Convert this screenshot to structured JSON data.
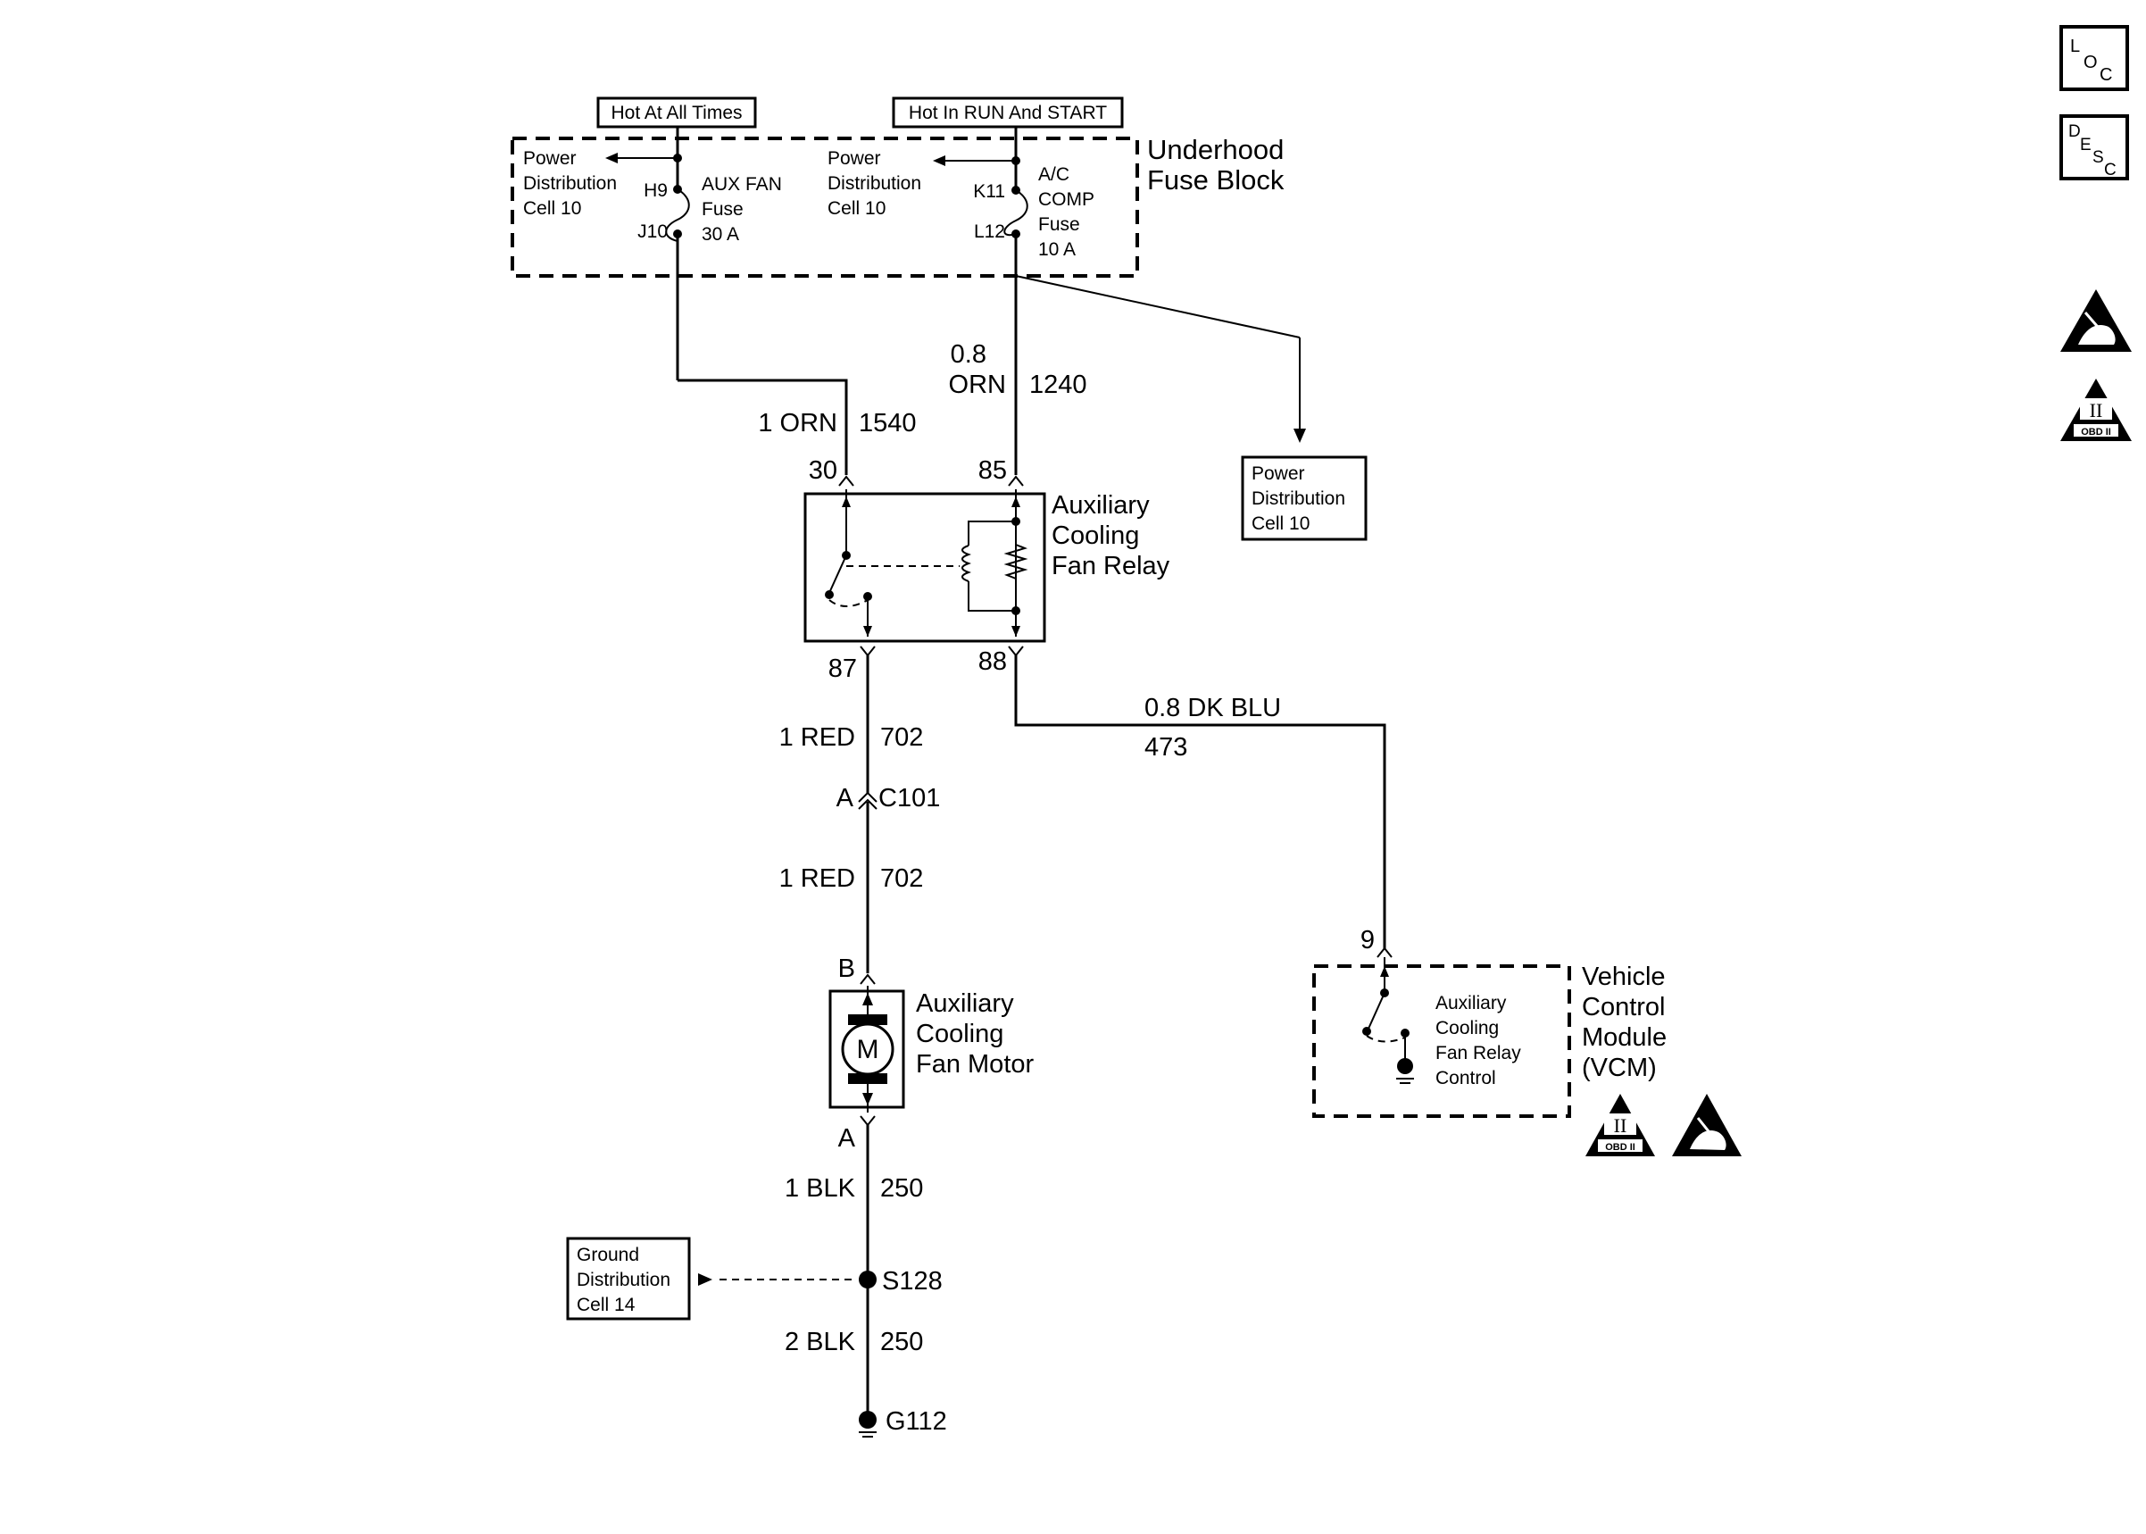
{
  "fuse_block": {
    "hot_all_times": "Hot At All Times",
    "hot_run_start": "Hot In RUN And START",
    "title_line1": "Underhood",
    "title_line2": "Fuse Block",
    "pd_left": [
      "Power",
      "Distribution",
      "Cell 10"
    ],
    "pd_right": [
      "Power",
      "Distribution",
      "Cell 10"
    ],
    "aux_fuse": {
      "top_pin": "H9",
      "bottom_pin": "J10",
      "lines": [
        "AUX FAN",
        "Fuse",
        "30 A"
      ]
    },
    "ac_fuse": {
      "top_pin": "K11",
      "bottom_pin": "L12",
      "lines": [
        "A/C",
        "COMP",
        "Fuse",
        "10 A"
      ]
    }
  },
  "power_dist_box": [
    "Power",
    "Distribution",
    "Cell 10"
  ],
  "wires": {
    "w1540_gauge": "1 ORN",
    "w1540_circuit": "1540",
    "w1240_gauge": "0.8",
    "w1240_color": "ORN",
    "w1240_circuit": "1240",
    "w702a_gauge": "1 RED",
    "w702a_circuit": "702",
    "w702b_gauge": "1 RED",
    "w702b_circuit": "702",
    "w473_gauge": "0.8 DK BLU",
    "w473_circuit": "473",
    "w250a_gauge": "1 BLK",
    "w250a_circuit": "250",
    "w250b_gauge": "2 BLK",
    "w250b_circuit": "250"
  },
  "relay": {
    "title": [
      "Auxiliary",
      "Cooling",
      "Fan Relay"
    ],
    "pin30": "30",
    "pin85": "85",
    "pin87": "87",
    "pin88": "88"
  },
  "connector": {
    "pin": "A",
    "name": "C101"
  },
  "motor": {
    "title": [
      "Auxiliary",
      "Cooling",
      "Fan Motor"
    ],
    "symbol": "M",
    "pin_top": "B",
    "pin_bottom": "A"
  },
  "vcm": {
    "pin": "9",
    "inner": [
      "Auxiliary",
      "Cooling",
      "Fan Relay",
      "Control"
    ],
    "title": [
      "Vehicle",
      "Control",
      "Module",
      "(VCM)"
    ]
  },
  "splice": "S128",
  "ground_dist": [
    "Ground",
    "Distribution",
    "Cell 14"
  ],
  "ground": "G112",
  "side_icons": {
    "loc": [
      "L",
      "O",
      "C"
    ],
    "desc": [
      "D",
      "E",
      "S",
      "C"
    ],
    "obd": [
      "II",
      "OBD II"
    ]
  },
  "icon_names": [
    "loc-icon",
    "desc-icon",
    "esd-warning-icon",
    "obd-ii-icon"
  ]
}
